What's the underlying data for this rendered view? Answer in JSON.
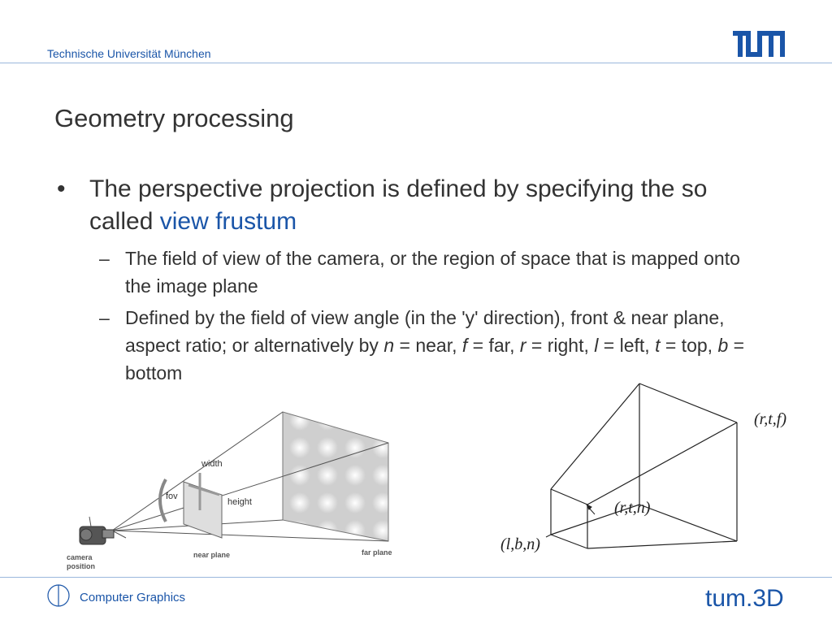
{
  "header": {
    "university": "Technische Universität München",
    "logo_text": "TUM"
  },
  "slide": {
    "title": "Geometry processing",
    "bullet": {
      "text_before": "The perspective projection is defined by specifying the so called ",
      "highlight": "view frustum"
    },
    "sub_bullets": [
      {
        "text": "The field of view of the camera, or the region of space that is mapped onto the image plane"
      },
      {
        "segments": [
          {
            "text": "Defined by the field of view angle (in the 'y' direction), front & near plane, aspect ratio; or alternatively by ",
            "italic": false
          },
          {
            "text": "n",
            "italic": true
          },
          {
            "text": " = near, ",
            "italic": false
          },
          {
            "text": "f",
            "italic": true
          },
          {
            "text": " = far, ",
            "italic": false
          },
          {
            "text": "r",
            "italic": true
          },
          {
            "text": " = right, ",
            "italic": false
          },
          {
            "text": "l",
            "italic": true
          },
          {
            "text": " = left, ",
            "italic": false
          },
          {
            "text": "t",
            "italic": true
          },
          {
            "text": " = top, ",
            "italic": false
          },
          {
            "text": "b",
            "italic": true
          },
          {
            "text": " = bottom",
            "italic": false
          }
        ]
      }
    ]
  },
  "figure_left": {
    "labels": {
      "width": "width",
      "height": "height",
      "fov": "fov",
      "camera_position": [
        "camera",
        "position"
      ],
      "near_plane": "near plane",
      "far_plane": "far plane"
    }
  },
  "figure_right": {
    "labels": {
      "far_corner": "(r,t,f)",
      "near_top_right": "(r,t,n)",
      "near_bottom_left": "(l,b,n)"
    }
  },
  "footer": {
    "course": "Computer Graphics",
    "logo_text": "tum.3D"
  },
  "colors": {
    "accent": "#1a55a8",
    "text": "#333333",
    "rule": "#9ab7dc"
  }
}
